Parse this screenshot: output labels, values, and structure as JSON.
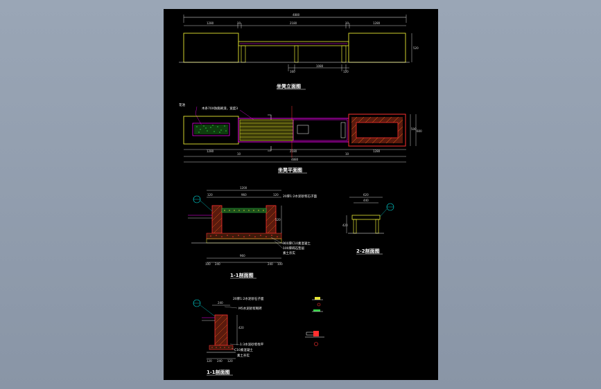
{
  "drawing": {
    "elevation": {
      "title": "坐凳立面图",
      "dims": {
        "total": "4880",
        "left": "1280",
        "gap_left": "10",
        "middle": "2180",
        "gap_right": "10",
        "right": "1280",
        "height": "520",
        "leg_width_left": "160",
        "leg_span": "1080",
        "leg_width_right": "120"
      }
    },
    "plan": {
      "title": "坐凳平面图",
      "labels": {
        "planting": "花池",
        "wood_top": "木条70X防腐刷漆，宽度3"
      },
      "dims": {
        "left": "1280",
        "middle": "2180",
        "right": "1280",
        "gap_left": "10",
        "gap_right": "10",
        "total": "4880",
        "side_a": "500",
        "side_b": "600"
      }
    },
    "section_11a": {
      "title": "1-1剖面图",
      "labels": {
        "top_note": "20厚1:2水泥砂浆石子面",
        "concrete": "300厚C10素混凝土",
        "gravel": "100厚碎石垫层",
        "soil": "素土夯实"
      },
      "dims": {
        "top": "1200",
        "top_a": "120",
        "top_b": "960",
        "top_c": "120",
        "bottom": "960",
        "bottom_l": "240",
        "bottom_r": "240",
        "bottom_a": "100",
        "bottom_b": "100",
        "height": "520"
      }
    },
    "section_22": {
      "title": "2-2剖面图",
      "dims": {
        "top": "620",
        "inner": "440",
        "height": "420"
      }
    },
    "section_11b": {
      "title": "1-1剖面图",
      "labels": {
        "finish": "20厚1:2水泥砂石子面",
        "mortar": "M5水泥砂浆砌砖",
        "waterproof": "1:3水泥砂浆找平",
        "concrete": "C10素混凝土",
        "soil": "素土夯实"
      },
      "dims": {
        "width": "240",
        "height": "420",
        "bottom_a": "120",
        "bottom_b": "240",
        "bottom_c": "120"
      }
    }
  },
  "colors": {
    "background": "#000000",
    "frame": "#ffffff",
    "yellow": "#e6e632",
    "magenta": "#ff00ff",
    "red": "#ff3030",
    "green": "#2ecc40",
    "cyan": "#00e5e5",
    "orange": "#ff8c1a",
    "viewer_bg": "#8c98a8"
  }
}
